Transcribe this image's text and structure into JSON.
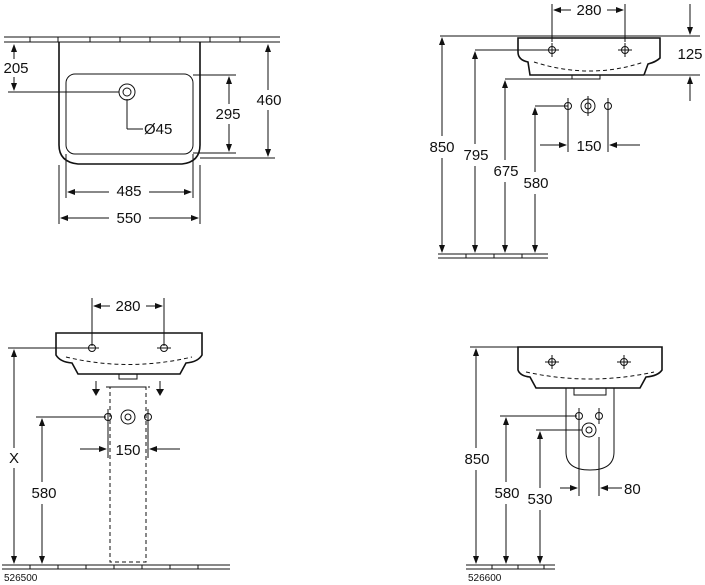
{
  "top_view": {
    "dims": {
      "d205": "205",
      "d460": "460",
      "d295": "295",
      "d45": "Ø45",
      "d485": "485",
      "d550": "550"
    }
  },
  "side_view": {
    "dims": {
      "d280": "280",
      "d125": "125",
      "d850": "850",
      "d795": "795",
      "d675": "675",
      "d580": "580",
      "d150": "150"
    }
  },
  "front_pedestal": {
    "dims": {
      "d280": "280",
      "dx": "X",
      "d580": "580",
      "d150": "150"
    },
    "code": "526500"
  },
  "front_semi_pedestal": {
    "dims": {
      "d850": "850",
      "d580": "580",
      "d530": "530",
      "d80": "80"
    },
    "code": "526600"
  }
}
